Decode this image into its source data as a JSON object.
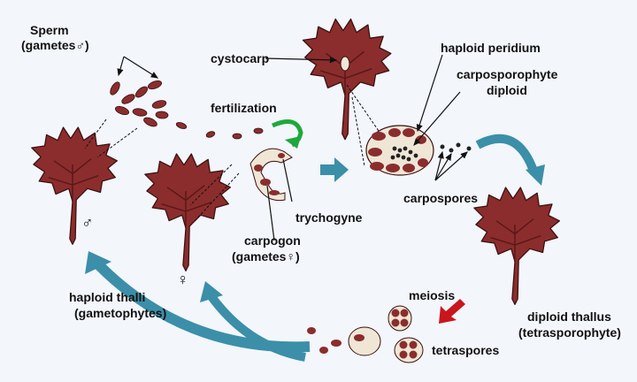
{
  "labels": {
    "sperm": "Sperm",
    "sperm_sub": "(gametes♂)",
    "fertilization": "fertilization",
    "cystocarp": "cystocarp",
    "haploid_peridium": "haploid peridium",
    "carposporophyte": "carposporophyte",
    "diploid": "diploid",
    "carpospores": "carpospores",
    "trychogyne": "trychogyne",
    "carpogon": "carpogon",
    "carpogon_sub": "(gametes♀)",
    "haploid_thalli": "haploid thalli",
    "gametophytes": "(gametophytes)",
    "meiosis": "meiosis",
    "tetraspores": "tetraspores",
    "diploid_thallus": "diploid thallus",
    "tetrasporophyte": "(tetrasporophyte)",
    "male_symbol": "♂",
    "female_symbol": "♀"
  },
  "colors": {
    "thallus": "#8b2d2d",
    "thallus_outline": "#3a1010",
    "teal_arrow": "#3b8fa8",
    "green_arrow": "#1fa83c",
    "red_arrow": "#c8161c",
    "cell_fill": "#efe6d6"
  }
}
